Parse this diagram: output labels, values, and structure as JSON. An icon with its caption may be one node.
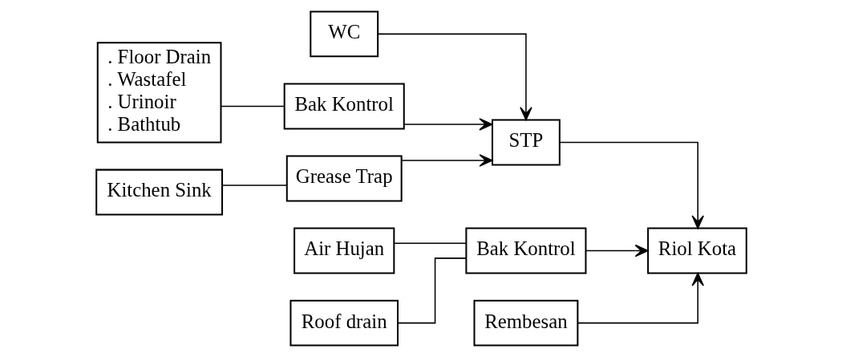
{
  "diagram": {
    "nodes": [
      {
        "text": [
          "WC"
        ]
      },
      {
        "text": [
          ". Floor Drain",
          ". Wastafel",
          ". Urinoir",
          ". Bathtub"
        ]
      },
      {
        "text": [
          "Bak Kontrol"
        ]
      },
      {
        "text": [
          "Kitchen Sink"
        ]
      },
      {
        "text": [
          "Grease Trap"
        ]
      },
      {
        "text": [
          "STP"
        ]
      },
      {
        "text": [
          "Riol Kota"
        ]
      },
      {
        "text": [
          "Air Hujan"
        ]
      },
      {
        "text": [
          "Roof drain"
        ]
      },
      {
        "text": [
          "Bak Kontrol"
        ]
      },
      {
        "text": [
          "Rembesan"
        ]
      }
    ],
    "edges": [
      {
        "from": 0,
        "to": 5,
        "arrow": "to"
      },
      {
        "from": 1,
        "to": 2,
        "arrow": "none"
      },
      {
        "from": 2,
        "to": 5,
        "arrow": "to"
      },
      {
        "from": 3,
        "to": 4,
        "arrow": "none"
      },
      {
        "from": 4,
        "to": 5,
        "arrow": "to"
      },
      {
        "from": 5,
        "to": 6,
        "arrow": "to"
      },
      {
        "from": 7,
        "to": 9,
        "arrow": "none"
      },
      {
        "from": 8,
        "to": 9,
        "arrow": "none"
      },
      {
        "from": 9,
        "to": 6,
        "arrow": "to"
      },
      {
        "from": 10,
        "to": 6,
        "arrow": "to"
      }
    ]
  }
}
